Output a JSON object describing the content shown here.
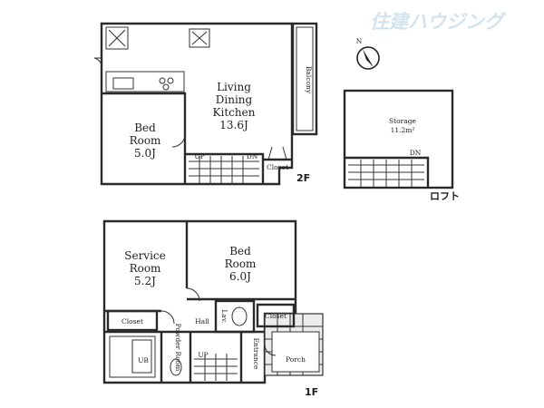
{
  "watermark": "住建ハウジング",
  "compass_label": "N",
  "floors": {
    "second": {
      "tag": "2F",
      "rooms": {
        "ldk": [
          "Living",
          "Dining",
          "Kitchen",
          "13.6J"
        ],
        "bedroom": [
          "Bed",
          "Room",
          "5.0J"
        ],
        "balcony": "Balcony",
        "closet": "Closet",
        "stair_up": "UP",
        "stair_dn": "DN"
      }
    },
    "loft": {
      "tag": "ロフト",
      "rooms": {
        "storage": [
          "Storage",
          "11.2m²"
        ],
        "stair_dn": "DN"
      }
    },
    "first": {
      "tag": "1F",
      "rooms": {
        "service": [
          "Service",
          "Room",
          "5.2J"
        ],
        "bedroom": [
          "Bed",
          "Room",
          "6.0J"
        ],
        "closet_left": "Closet",
        "closet_right": "Closet",
        "hall": "Hall",
        "lav": "Lav.",
        "ub": "UB",
        "powder": "Powder Room",
        "entrance": "Entrance",
        "porch": "Porch",
        "stair_up": "UP"
      }
    }
  }
}
